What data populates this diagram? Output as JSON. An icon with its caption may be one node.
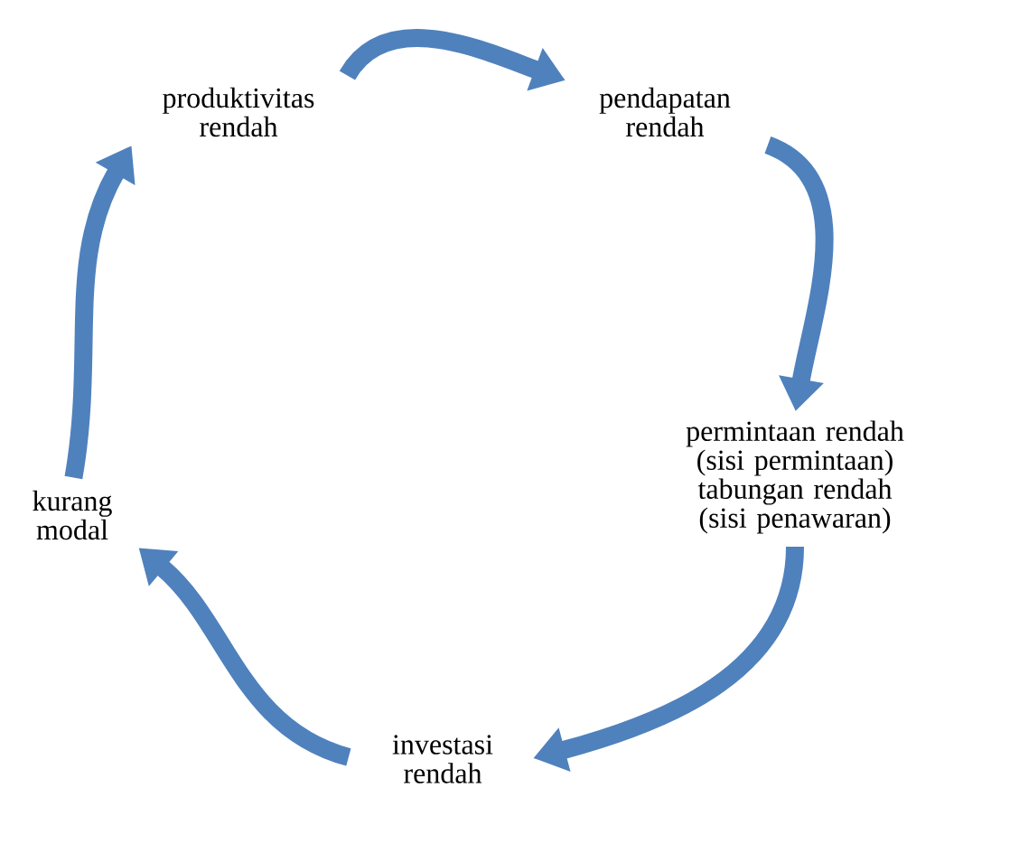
{
  "diagram": {
    "nodes": [
      {
        "text": [
          "produktivitas rendah"
        ]
      },
      {
        "text": [
          "pendapatan rendah"
        ]
      },
      {
        "text": [
          "permintaan rendah",
          "(sisi permintaan)",
          "tabungan rendah",
          "(sisi penawaran)"
        ]
      },
      {
        "text": [
          "investasi rendah"
        ]
      },
      {
        "text": [
          "kurang modal"
        ]
      }
    ],
    "edges": [
      {
        "from": 0,
        "to": 1,
        "arrow": "to"
      },
      {
        "from": 1,
        "to": 2,
        "arrow": "to"
      },
      {
        "from": 2,
        "to": 3,
        "arrow": "to"
      },
      {
        "from": 3,
        "to": 4,
        "arrow": "to"
      },
      {
        "from": 4,
        "to": 0,
        "arrow": "to"
      }
    ]
  }
}
